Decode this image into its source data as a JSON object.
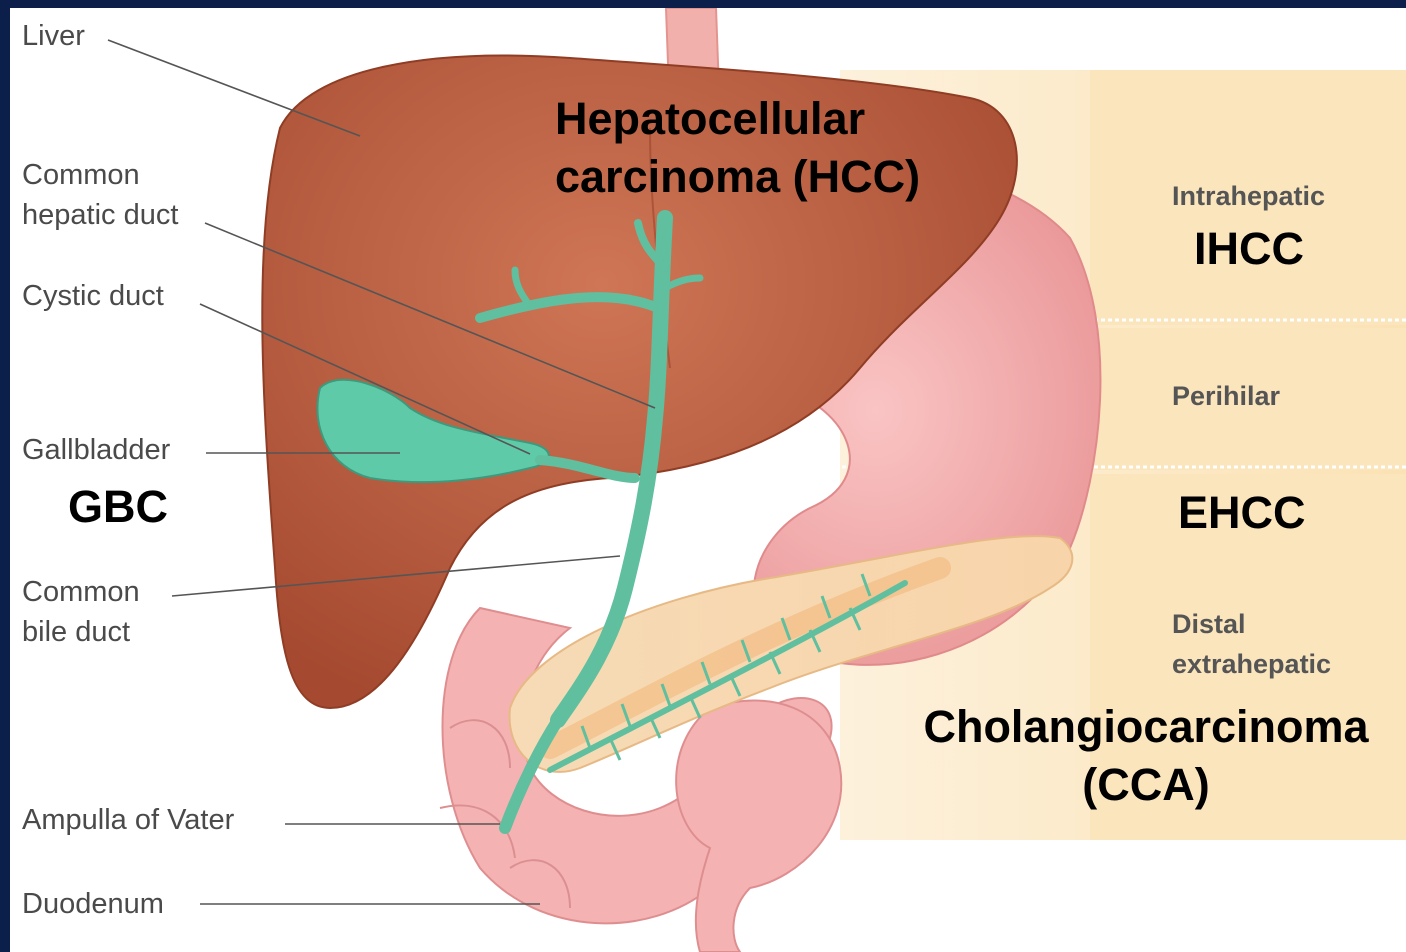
{
  "anatomy_labels": {
    "liver": "Liver",
    "common_hepatic_duct": [
      "Common",
      "hepatic duct"
    ],
    "cystic_duct": "Cystic duct",
    "gallbladder": "Gallbladder",
    "common_bile_duct": [
      "Common",
      "bile duct"
    ],
    "ampulla": "Ampulla of Vater",
    "duodenum": "Duodenum"
  },
  "region_labels": {
    "intrahepatic": "Intrahepatic",
    "perihilar": "Perihilar",
    "distal": [
      "Distal",
      "extrahepatic"
    ]
  },
  "cancer_labels": {
    "hcc": [
      "Hepatocellular",
      "carcinoma (HCC)"
    ],
    "ihcc": "IHCC",
    "gbc": "GBC",
    "ehcc": "EHCC",
    "cca": [
      "Cholangiocarcinoma",
      "(CCA)"
    ]
  },
  "colors": {
    "border": "#0b1f4a",
    "liver": "#b8573a",
    "bile_duct": "#5fbf9e",
    "stomach": "#f0a7a8",
    "pancreas": "#f5d3a8",
    "region_band": "#fdebc8"
  }
}
